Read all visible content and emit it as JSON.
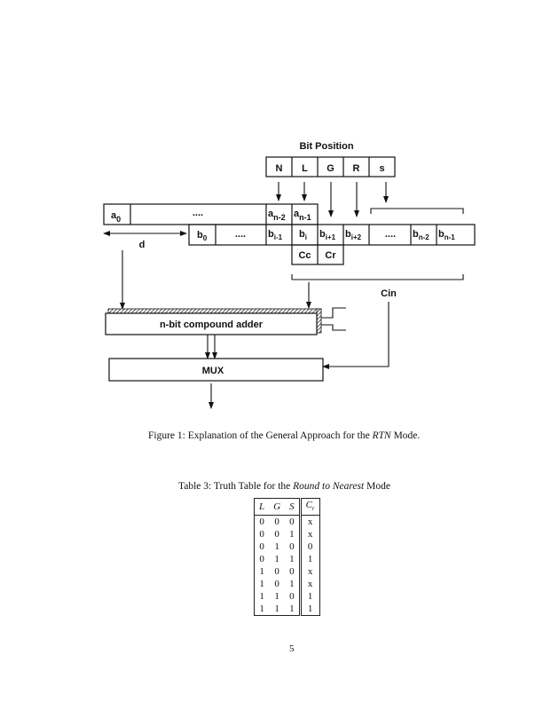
{
  "figure": {
    "bit_position_title": "Bit Position",
    "bit_positions": [
      "N",
      "L",
      "G",
      "R",
      "s"
    ],
    "a_row": {
      "first": "a",
      "first_sub": "0",
      "dots": "....",
      "second_last": "a",
      "second_last_sub": "n-2",
      "last": "a",
      "last_sub": "n-1"
    },
    "b_row": {
      "cells": [
        {
          "base": "b",
          "sub": "0"
        },
        {
          "base": "....",
          "sub": ""
        },
        {
          "base": "b",
          "sub": "i-1"
        },
        {
          "base": "b",
          "sub": "i"
        },
        {
          "base": "b",
          "sub": "i+1"
        },
        {
          "base": "b",
          "sub": "i+2"
        },
        {
          "base": "....",
          "sub": ""
        },
        {
          "base": "b",
          "sub": "n-2"
        },
        {
          "base": "b",
          "sub": "n-1"
        }
      ]
    },
    "carry_cells": [
      "Cc",
      "Cr"
    ],
    "shift_label": "d",
    "cin_label": "Cin",
    "adder_label": "n-bit compound adder",
    "mux_label": "MUX",
    "caption_prefix": "Figure 1: Explanation of the General Approach for the ",
    "caption_italic": "RTN",
    "caption_suffix": " Mode."
  },
  "table": {
    "caption_prefix": "Table 3: Truth Table for the ",
    "caption_italic": "Round to Nearest",
    "caption_suffix": " Mode",
    "headers": [
      "L",
      "G",
      "S",
      "Cr"
    ],
    "rows": [
      [
        "0",
        "0",
        "0",
        "x"
      ],
      [
        "0",
        "0",
        "1",
        "x"
      ],
      [
        "0",
        "1",
        "0",
        "0"
      ],
      [
        "0",
        "1",
        "1",
        "1"
      ],
      [
        "1",
        "0",
        "0",
        "x"
      ],
      [
        "1",
        "0",
        "1",
        "x"
      ],
      [
        "1",
        "1",
        "0",
        "1"
      ],
      [
        "1",
        "1",
        "1",
        "1"
      ]
    ]
  },
  "page_number": "5"
}
